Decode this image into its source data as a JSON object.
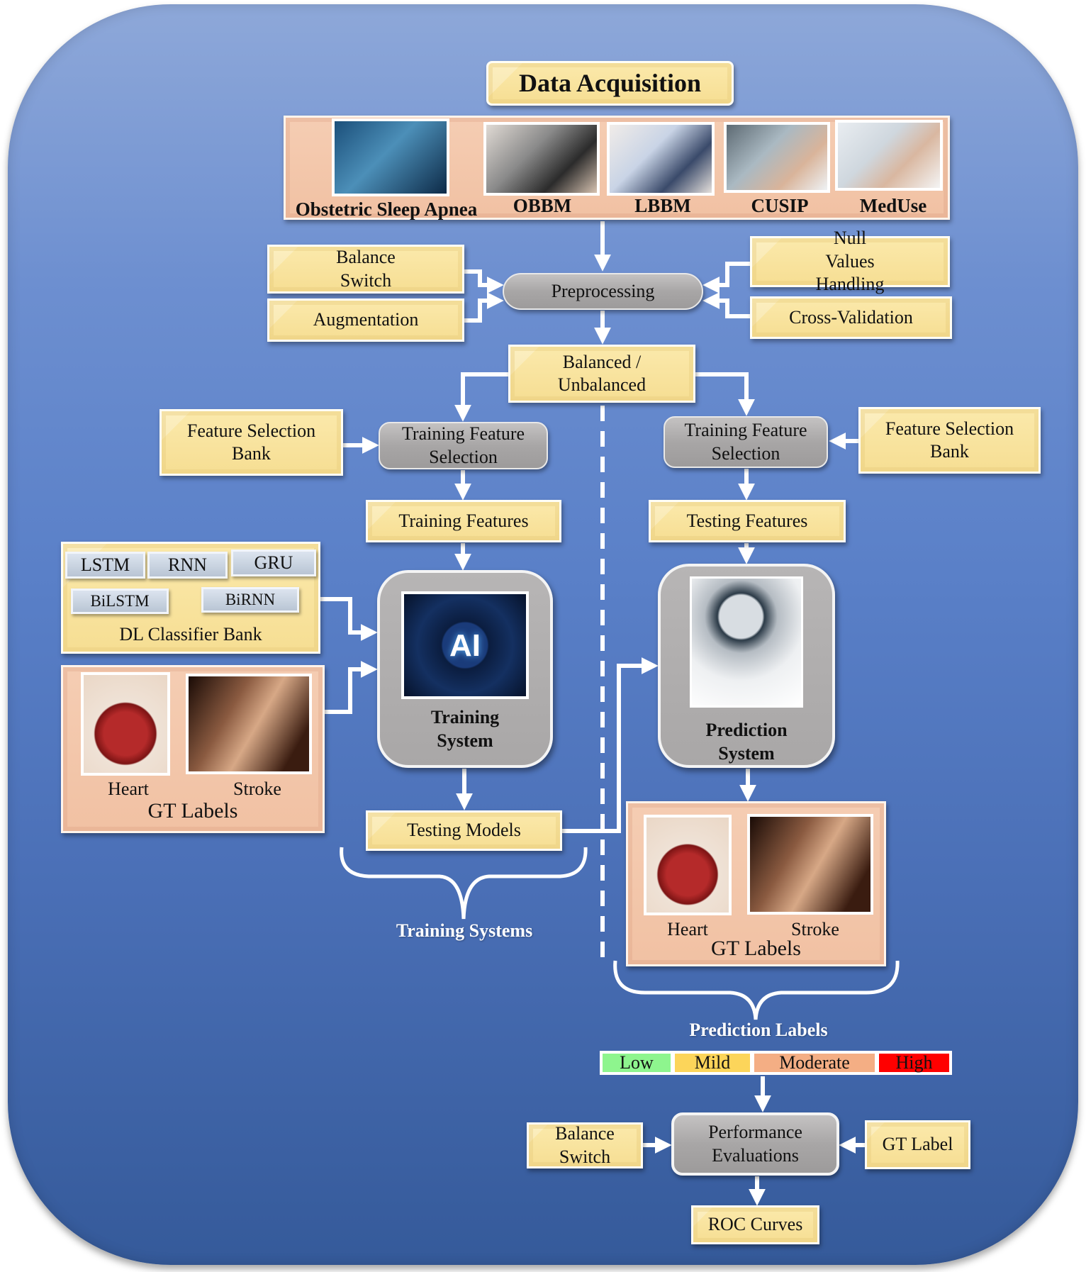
{
  "title": "Data Acquisition",
  "data_sources": [
    "Obstetric Sleep Apnea",
    "OBBM",
    "LBBM",
    "CUSIP",
    "MedUse"
  ],
  "preprocessing": {
    "label": "Preprocessing",
    "left_inputs": [
      "Balance Switch",
      "Augmentation"
    ],
    "right_inputs": [
      "Null Values Handling",
      "Cross-Validation"
    ]
  },
  "split": "Balanced / Unbalanced",
  "training_branch": {
    "feature_bank": "Feature Selection Bank",
    "feature_selection": "Training Feature Selection",
    "features": "Training Features",
    "classifier_bank": {
      "label": "DL Classifier Bank",
      "models": [
        "LSTM",
        "RNN",
        "GRU",
        "BiLSTM",
        "BiRNN"
      ]
    },
    "gt_labels": {
      "label": "GT Labels",
      "items": [
        "Heart",
        "Stroke"
      ]
    },
    "system": "Training System",
    "ai_badge": "AI",
    "output": "Testing Models",
    "group_label": "Training Systems"
  },
  "prediction_branch": {
    "feature_bank": "Feature Selection Bank",
    "feature_selection": "Training Feature Selection",
    "features": "Testing Features",
    "system": "Prediction System",
    "gt_labels": {
      "label": "GT Labels",
      "items": [
        "Heart",
        "Stroke"
      ]
    },
    "group_label": "Prediction Labels"
  },
  "prediction_levels": [
    {
      "label": "Low",
      "color": "#8ef58e"
    },
    {
      "label": "Mild",
      "color": "#fcd55a"
    },
    {
      "label": "Moderate",
      "color": "#f4ae84"
    },
    {
      "label": "High",
      "color": "#ff0000"
    }
  ],
  "evaluation": {
    "label": "Performance Evaluations",
    "left_input": "Balance Switch",
    "right_input": "GT Label",
    "output": "ROC Curves"
  }
}
